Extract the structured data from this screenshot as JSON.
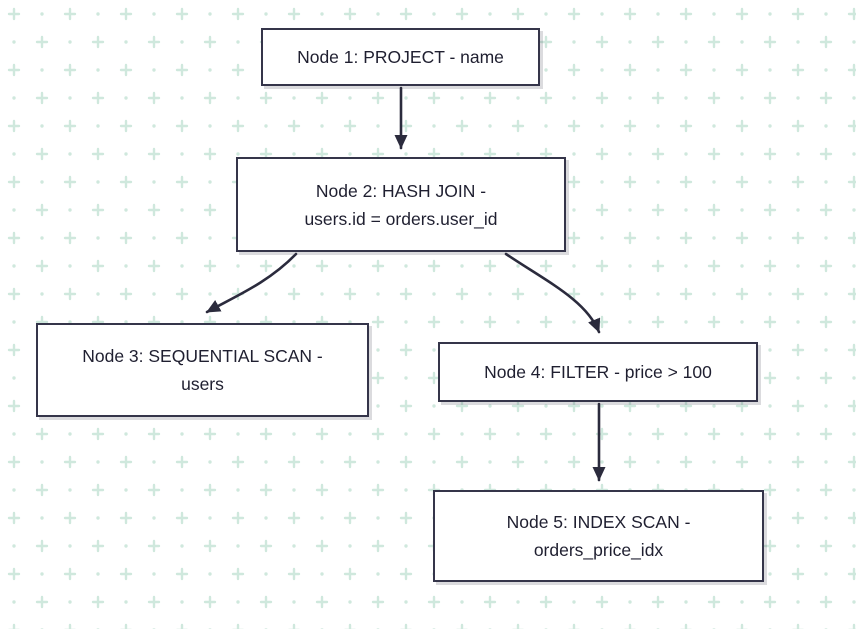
{
  "diagram": {
    "type": "query-plan-tree",
    "nodes": [
      {
        "id": "node-1",
        "operator": "PROJECT",
        "detail": "name",
        "lines": [
          "Node 1: PROJECT - name"
        ]
      },
      {
        "id": "node-2",
        "operator": "HASH JOIN",
        "detail": "users.id = orders.user_id",
        "lines": [
          "Node 2: HASH JOIN -",
          "users.id = orders.user_id"
        ]
      },
      {
        "id": "node-3",
        "operator": "SEQUENTIAL SCAN",
        "detail": "users",
        "lines": [
          "Node 3: SEQUENTIAL SCAN -",
          "users"
        ]
      },
      {
        "id": "node-4",
        "operator": "FILTER",
        "detail": "price > 100",
        "lines": [
          "Node 4: FILTER - price > 100"
        ]
      },
      {
        "id": "node-5",
        "operator": "INDEX SCAN",
        "detail": "orders_price_idx",
        "lines": [
          "Node 5: INDEX SCAN -",
          "orders_price_idx"
        ]
      }
    ],
    "edges": [
      {
        "from": "node-1",
        "to": "node-2"
      },
      {
        "from": "node-2",
        "to": "node-3"
      },
      {
        "from": "node-2",
        "to": "node-4"
      },
      {
        "from": "node-4",
        "to": "node-5"
      }
    ],
    "colors": {
      "background": "#ffffff",
      "pattern": "#cfe8dd",
      "node_fill": "#ffffff",
      "node_border": "#35354a",
      "arrow": "#2b2b3d",
      "text": "#1f1f30"
    }
  }
}
